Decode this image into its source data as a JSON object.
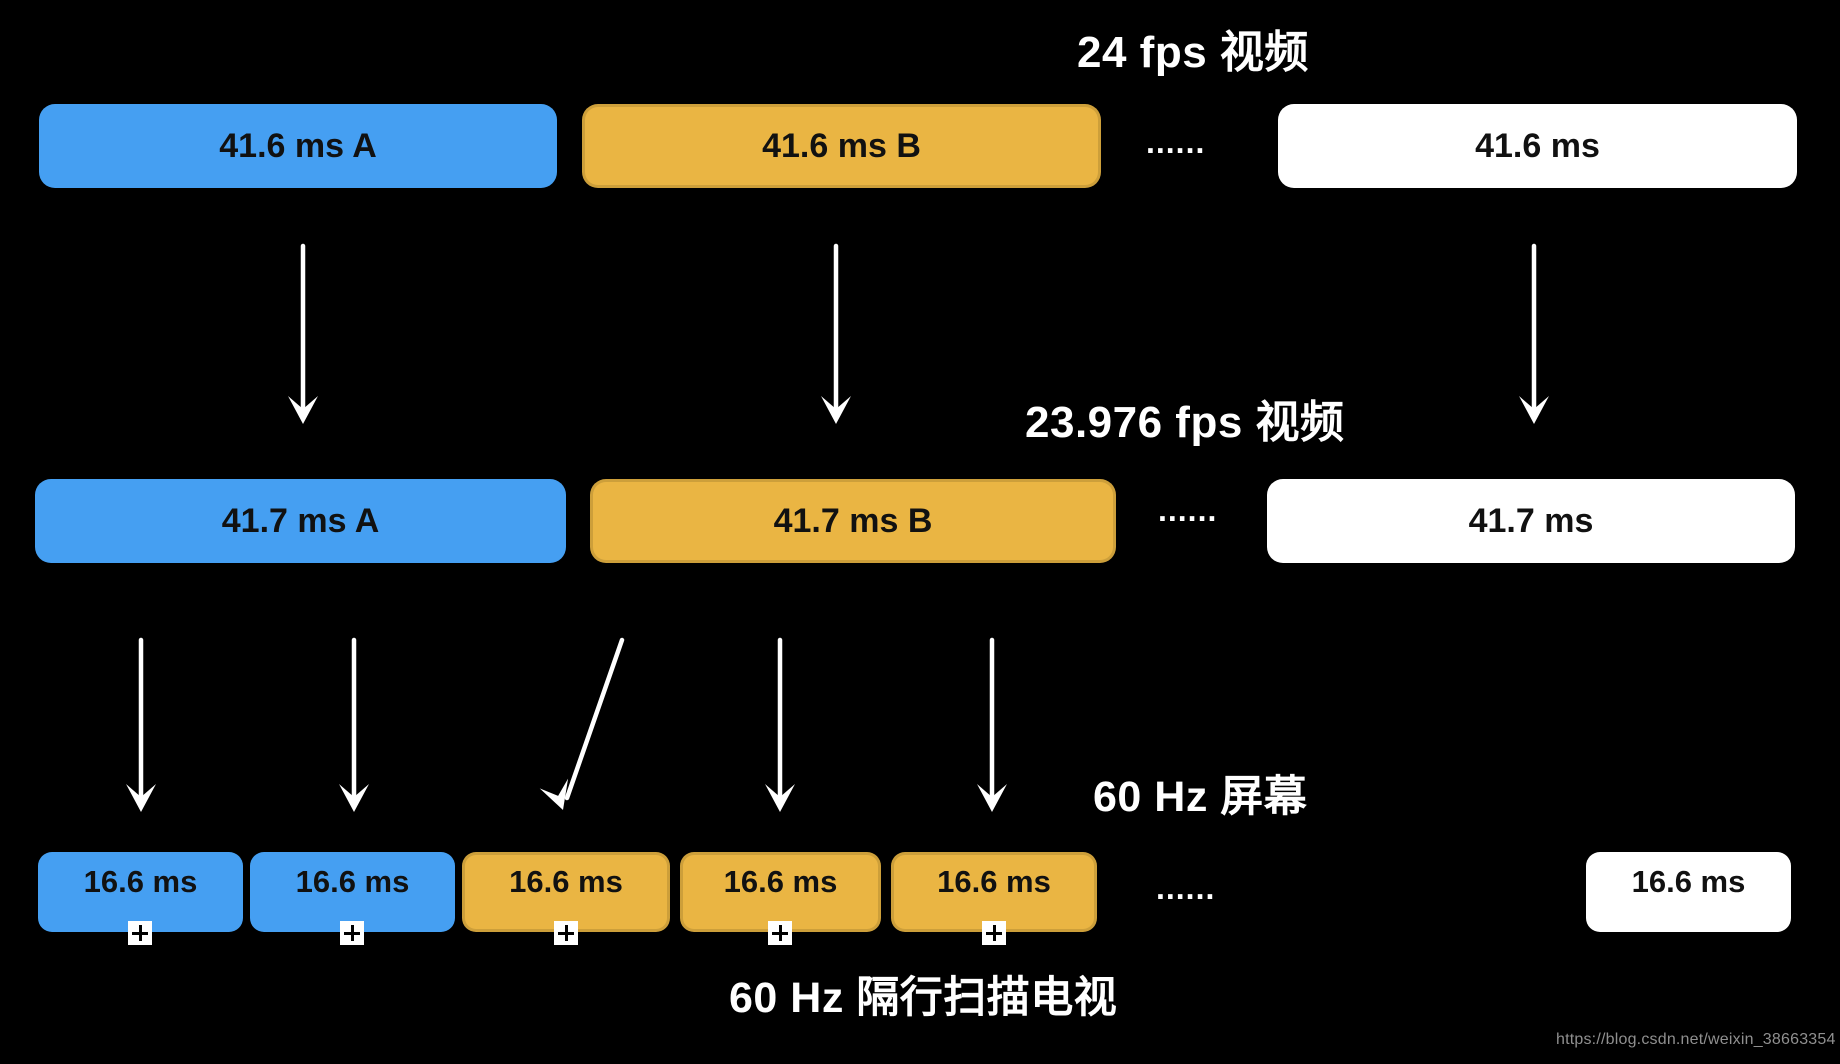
{
  "titles": {
    "fps24": "24 fps 视频",
    "fps23976": "23.976 fps 视频",
    "hz60": "60 Hz 屏幕",
    "tv": "60 Hz 隔行扫描电视"
  },
  "ellipsis": "......",
  "row_24fps": {
    "boxes": [
      {
        "label": "41.6 ms A",
        "color": "blue"
      },
      {
        "label": "41.6 ms B",
        "color": "orange"
      },
      {
        "label": "41.6 ms",
        "color": "white"
      }
    ]
  },
  "row_23976fps": {
    "boxes": [
      {
        "label": "41.7 ms A",
        "color": "blue"
      },
      {
        "label": "41.7 ms B",
        "color": "orange"
      },
      {
        "label": "41.7 ms",
        "color": "white"
      }
    ]
  },
  "row_60hz": {
    "boxes": [
      {
        "label": "16.6 ms",
        "color": "blue"
      },
      {
        "label": "16.6 ms",
        "color": "blue"
      },
      {
        "label": "16.6 ms",
        "color": "orange"
      },
      {
        "label": "16.6 ms",
        "color": "orange"
      },
      {
        "label": "16.6 ms",
        "color": "orange"
      },
      {
        "label": "16.6 ms",
        "color": "white"
      }
    ]
  },
  "watermark": "https://blog.csdn.net/weixin_38663354",
  "colors": {
    "blue": "#459ff2",
    "orange": "#eab543",
    "white": "#ffffff",
    "background": "#000000",
    "arrow": "#ffffff",
    "watermark": "#8f8f8f"
  }
}
